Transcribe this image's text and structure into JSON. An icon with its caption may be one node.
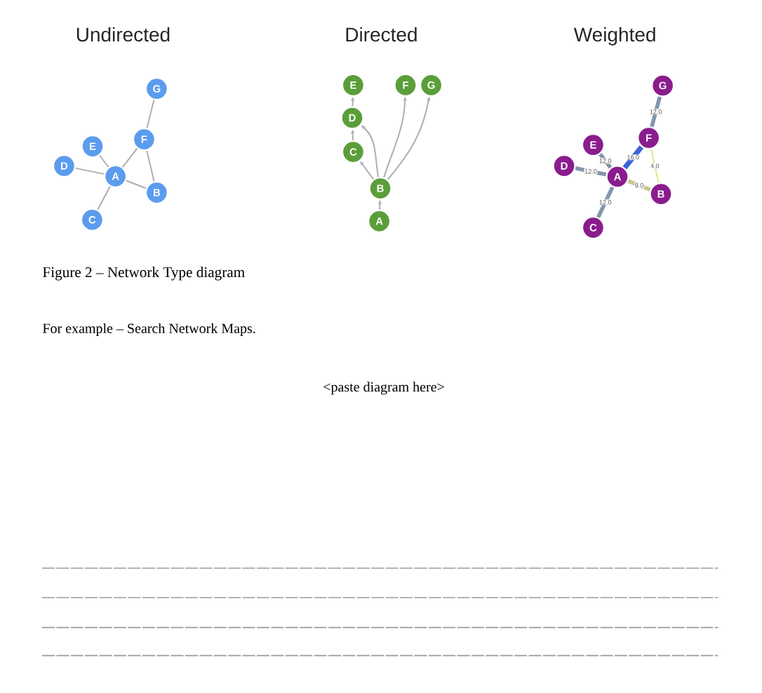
{
  "diagram": {
    "caption": "Figure 2 – Network Type diagram",
    "nodes": [
      {
        "text": [
          "G"
        ]
      },
      {
        "text": [
          "F"
        ]
      },
      {
        "text": [
          "E"
        ]
      },
      {
        "text": [
          "D"
        ]
      },
      {
        "text": [
          "A"
        ]
      },
      {
        "text": [
          "B"
        ]
      },
      {
        "text": [
          "C"
        ]
      },
      {
        "text": [
          "E"
        ]
      },
      {
        "text": [
          "F"
        ]
      },
      {
        "text": [
          "G"
        ]
      },
      {
        "text": [
          "D"
        ]
      },
      {
        "text": [
          "C"
        ]
      },
      {
        "text": [
          "B"
        ]
      },
      {
        "text": [
          "A"
        ]
      },
      {
        "text": [
          "G"
        ]
      },
      {
        "text": [
          "F"
        ]
      },
      {
        "text": [
          "E"
        ]
      },
      {
        "text": [
          "D"
        ]
      },
      {
        "text": [
          "A"
        ]
      },
      {
        "text": [
          "B"
        ]
      },
      {
        "text": [
          "C"
        ]
      }
    ],
    "edges": [
      {
        "from": 4,
        "to": 3,
        "arrow": "none"
      },
      {
        "from": 4,
        "to": 2,
        "arrow": "none"
      },
      {
        "from": 4,
        "to": 1,
        "arrow": "none"
      },
      {
        "from": 4,
        "to": 5,
        "arrow": "none"
      },
      {
        "from": 4,
        "to": 6,
        "arrow": "none"
      },
      {
        "from": 1,
        "to": 5,
        "arrow": "none"
      },
      {
        "from": 1,
        "to": 0,
        "arrow": "none"
      },
      {
        "from": 13,
        "to": 12,
        "arrow": "to"
      },
      {
        "from": 12,
        "to": 11,
        "arrow": "to"
      },
      {
        "from": 11,
        "to": 10,
        "arrow": "to"
      },
      {
        "from": 10,
        "to": 7,
        "arrow": "to"
      },
      {
        "from": 12,
        "to": 10,
        "arrow": "to"
      },
      {
        "from": 12,
        "to": 8,
        "arrow": "to"
      },
      {
        "from": 12,
        "to": 9,
        "arrow": "to"
      },
      {
        "from": 15,
        "to": 14,
        "arrow": "none",
        "label": "12.0",
        "style": "thick",
        "color": "#8196ad"
      },
      {
        "from": 18,
        "to": 16,
        "arrow": "none",
        "label": "12.0",
        "style": "thick",
        "color": "#8196ad"
      },
      {
        "from": 18,
        "to": 17,
        "arrow": "none",
        "label": "12.0",
        "style": "thick",
        "color": "#8196ad"
      },
      {
        "from": 18,
        "to": 15,
        "arrow": "none",
        "label": "16.0",
        "style": "thick",
        "color": "#3f63d6"
      },
      {
        "from": 15,
        "to": 19,
        "arrow": "none",
        "label": "4.0",
        "color": "#e4e48c"
      },
      {
        "from": 18,
        "to": 19,
        "arrow": "none",
        "label": "9.0",
        "style": "thick",
        "color": "#c4c88e"
      },
      {
        "from": 18,
        "to": 20,
        "arrow": "none",
        "label": "12.0",
        "style": "thick",
        "color": "#8196ad"
      }
    ],
    "labels": [
      "Undirected",
      "Directed",
      "Weighted",
      "For example – Search Network Maps.",
      "<paste diagram here>"
    ]
  }
}
